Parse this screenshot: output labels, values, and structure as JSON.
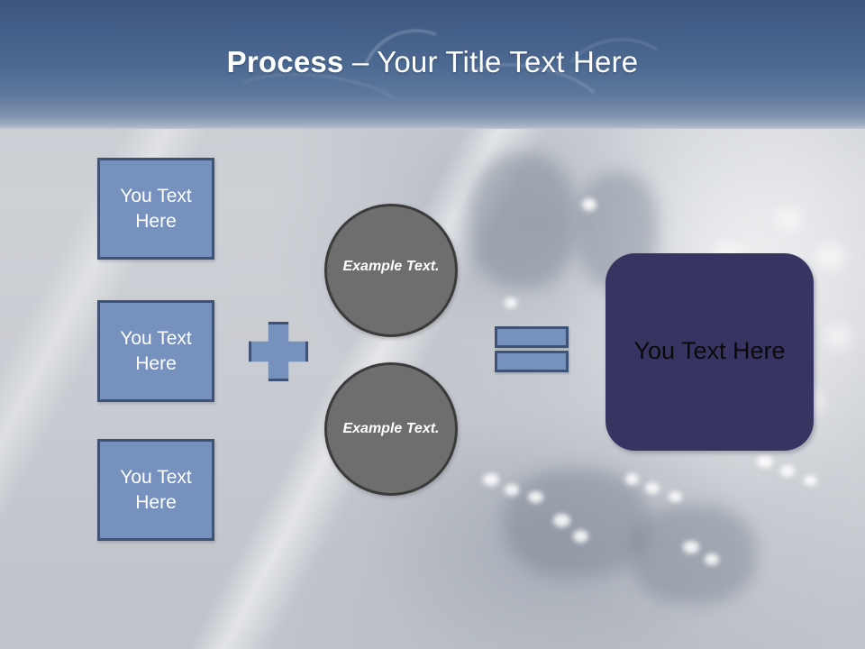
{
  "slide": {
    "title": {
      "bold_part": "Process",
      "rest_part": " – Your Title Text Here",
      "full": "Process – Your Title Text Here"
    },
    "colors": {
      "header_top": "#3c5680",
      "header_bottom": "#c2c7cf",
      "box_fill": "#7691bd",
      "box_border": "#3e5375",
      "circle_fill": "#6e6e6e",
      "circle_border": "#3b3b3b",
      "result_fill": "#373462",
      "result_text": "#0a0a0a",
      "background": "#c9ccd2"
    },
    "inputs": [
      {
        "label": "You Text Here"
      },
      {
        "label": "You Text Here"
      },
      {
        "label": "You Text Here"
      }
    ],
    "operators": {
      "plus": "+",
      "equals": "="
    },
    "circles": [
      {
        "label": "Example Text."
      },
      {
        "label": "Example Text."
      }
    ],
    "result": {
      "label": "You Text Here"
    }
  }
}
